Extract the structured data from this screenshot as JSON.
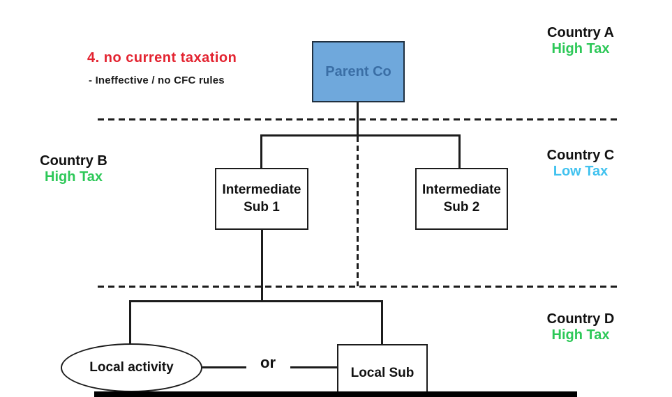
{
  "annotation": {
    "line1": "4. no current taxation",
    "line2": "- Ineffective / no CFC rules"
  },
  "nodes": {
    "parent_co": {
      "label": "Parent Co"
    },
    "intermediate_sub1": {
      "line1": "Intermediate",
      "line2": "Sub 1"
    },
    "intermediate_sub2": {
      "line1": "Intermediate",
      "line2": "Sub 2"
    },
    "local_activity": {
      "label": "Local activity"
    },
    "local_sub": {
      "label": "Local Sub"
    }
  },
  "connectors": {
    "or_label": "or"
  },
  "regions": [
    {
      "name": "Country A",
      "tax": "High Tax",
      "tax_color": "#2dc858"
    },
    {
      "name": "Country B",
      "tax": "High Tax",
      "tax_color": "#2dc858"
    },
    {
      "name": "Country C",
      "tax": "Low Tax",
      "tax_color": "#41c2ef"
    },
    {
      "name": "Country D",
      "tax": "High Tax",
      "tax_color": "#2dc858"
    }
  ],
  "colors": {
    "annotation_red": "#e32330",
    "high_tax_green": "#2dc858",
    "low_tax_blue": "#41c2ef",
    "parent_fill": "#6fa8dc",
    "parent_text": "#3a6ea5",
    "line_black": "#1c1c1c"
  }
}
